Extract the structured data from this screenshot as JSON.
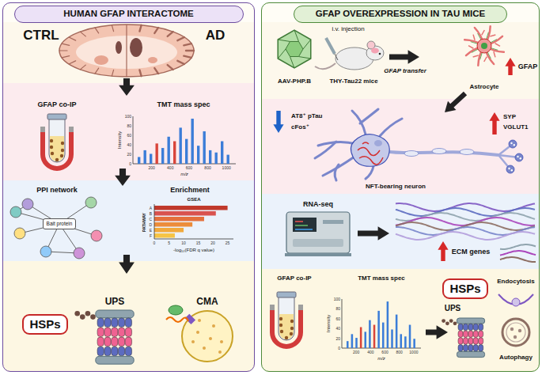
{
  "diagram": {
    "nodes": [
      {
        "text": [
          "HUMAN GFAP INTERACTOME"
        ]
      },
      {
        "text": [
          "Bait protein"
        ],
        "in": 0
      },
      {
        "text": [
          "HSPs"
        ],
        "in": 0
      },
      {
        "text": [
          "GFAP OVEREXPRESSION IN TAU MICE"
        ]
      },
      {
        "text": [
          "HSPs"
        ],
        "in": 3
      }
    ],
    "labels": [
      "CTRL",
      "AD",
      "GFAP co-IP",
      "TMT mass spec",
      "Intensity",
      "0",
      "20",
      "40",
      "60",
      "80",
      "100",
      "200",
      "400",
      "600",
      "800",
      "1000",
      "m/z",
      "PPI network",
      "Enrichment",
      "GSEA",
      "PATHWAY",
      "A",
      "B",
      "C",
      "D",
      "E",
      "F",
      "0",
      "5",
      "10",
      "15",
      "20",
      "25",
      "-log₁₀(FDR q value)",
      "UPS",
      "CMA",
      "i.v. injection",
      "AAV-PHP.B",
      "THY-Tau22 mice",
      "GFAP transfer",
      "Astrocyte",
      "GFAP",
      "AT8⁺ pTau",
      "cFos⁺",
      "SYP",
      "VGLUT1",
      "NFT-bearing neuron",
      "RNA-seq",
      "ECM genes",
      "GFAP co-IP",
      "TMT mass spec",
      "Intensity",
      "0",
      "20",
      "40",
      "60",
      "80",
      "100",
      "200",
      "400",
      "600",
      "800",
      "1000",
      "m/z",
      "UPS",
      "Endocytosis",
      "Autophagy"
    ]
  }
}
